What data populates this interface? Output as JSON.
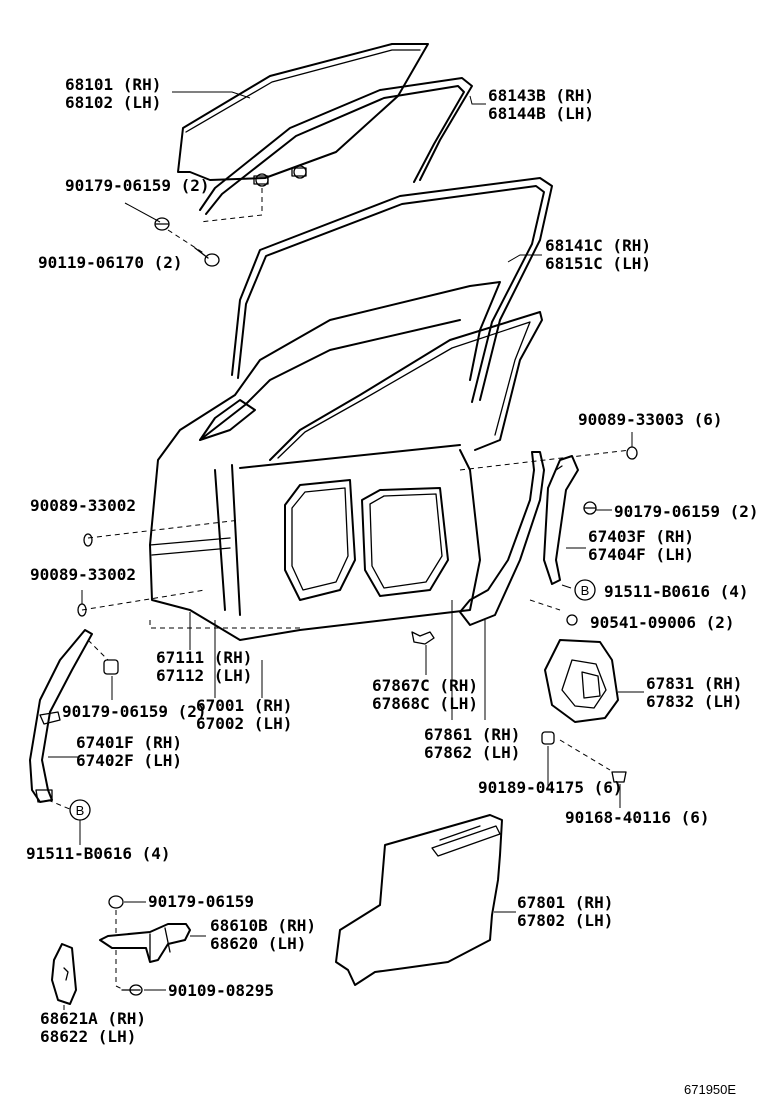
{
  "labels": {
    "glass_rh": "68101 (RH)",
    "glass_lh": "68102 (LH)",
    "run_rh": "68143B (RH)",
    "run_lh": "68144B (LH)",
    "bolt_a": "90179-06159 (2)",
    "bolt_b": "90119-06170 (2)",
    "weather_rh": "68141C (RH)",
    "weather_lh": "68151C (LH)",
    "plug_6": "90089-33003 (6)",
    "plug_a": "90089-33002",
    "plug_b": "90089-33002",
    "bolt_c": "90179-06159 (2)",
    "reg_r_rh": "67403F (RH)",
    "reg_r_lh": "67404F (LH)",
    "screw_r": "91511-B0616 (4)",
    "clip_r": "90541-09006 (2)",
    "panel_rh": "67111 (RH)",
    "panel_lh": "67112 (LH)",
    "door_rh": "67001 (RH)",
    "door_lh": "67002 (LH)",
    "hole_rh": "67867C (RH)",
    "hole_lh": "67868C (LH)",
    "seal_rh": "67861 (RH)",
    "seal_lh": "67862 (LH)",
    "service_rh": "67831 (RH)",
    "service_lh": "67832 (LH)",
    "clip_d": "90189-04175 (6)",
    "clip_e": "90168-40116 (6)",
    "bolt_f": "90179-06159 (2)",
    "reg_f_rh": "67401F (RH)",
    "reg_f_lh": "67402F (LH)",
    "screw_f": "91511-B0616 (4)",
    "trim_rh": "67801 (RH)",
    "trim_lh": "67802 (LH)",
    "bolt_g": "90179-06159",
    "check_rh": "68610B (RH)",
    "check_lh": "68620  (LH)",
    "bolt_h": "90109-08295",
    "cover_rh": "68621A (RH)",
    "cover_lh": "68622  (LH)",
    "marker_1": "B",
    "marker_2": "B",
    "diagram_id": "671950E"
  }
}
